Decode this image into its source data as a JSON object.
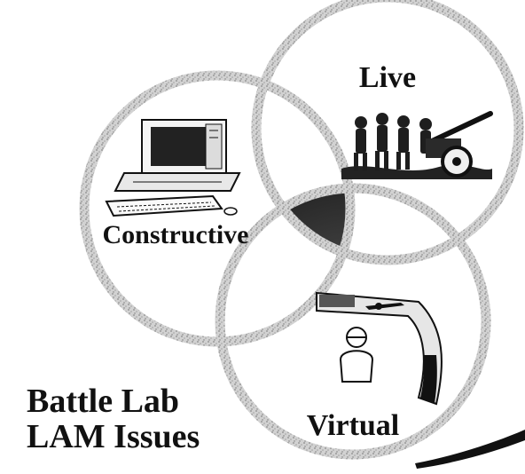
{
  "diagram": {
    "circles": [
      {
        "label": "Live"
      },
      {
        "label": "Constructive"
      },
      {
        "label": "Virtual"
      }
    ],
    "title_lines": [
      "Battle Lab",
      "LAM Issues"
    ],
    "colors": {
      "ring": "#bdbdbd",
      "ring_texture": "#8f8f8f",
      "overlap_center": "#3a3a3a",
      "text": "#111111"
    },
    "icons": [
      "soldiers-artillery-icon",
      "computer-workstation-icon",
      "virtual-simulator-icon"
    ]
  }
}
